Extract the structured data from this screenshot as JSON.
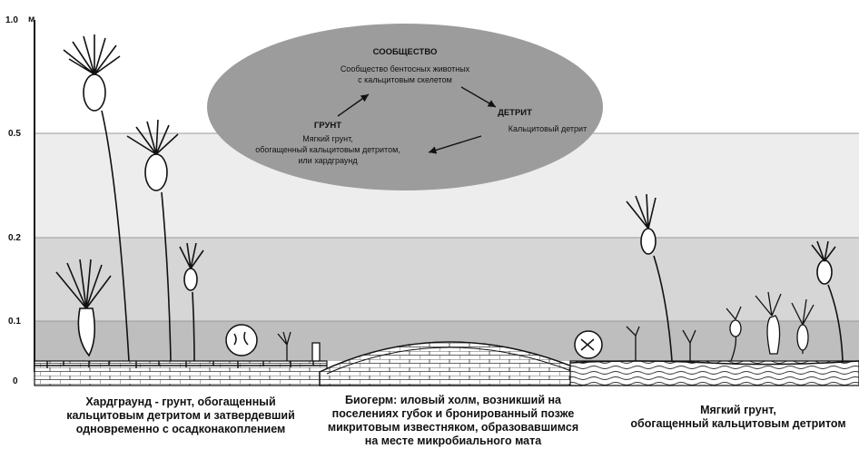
{
  "scale": {
    "ticks": [
      "1.0",
      "0.5",
      "0.2",
      "0.1",
      "0"
    ],
    "unit": "м"
  },
  "cycle": {
    "community_title": "СООБЩЕСТВО",
    "community_text_1": "Сообщество бентосных животных",
    "community_text_2": "с кальцитовым скелетом",
    "detritus_title": "ДЕТРИТ",
    "detritus_text": "Кальцитовый детрит",
    "ground_title": "ГРУНТ",
    "ground_text_1": "Мягкий грунт,",
    "ground_text_2": "обогащенный кальцитовым детритом,",
    "ground_text_3": "или хардграунд"
  },
  "captions": {
    "left": [
      "Хардграунд - грунт, обогащенный",
      "кальцитовым детритом и затвердевший",
      "одновременно с осадконакоплением"
    ],
    "middle": [
      "Биогерм: иловый холм, возникший на",
      "поселениях губок и бронированный позже",
      "микритовым известняком,  образовавшимся",
      "на месте микробиального мата"
    ],
    "right": [
      "Мягкий грунт,",
      "обогащенный кальцитовым детритом"
    ]
  },
  "colors": {
    "band_05": "#ededed",
    "band_02": "#d6d6d6",
    "band_01": "#bebebe",
    "ellipse": "#9c9c9c"
  }
}
